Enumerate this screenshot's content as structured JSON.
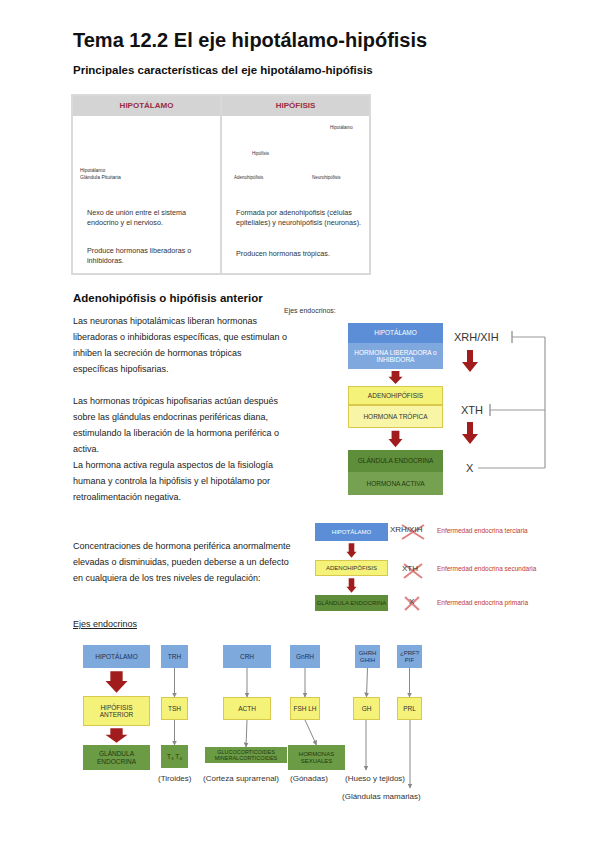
{
  "diagram": {
    "title": "Tema 12.2 El eje hipotálamo-hipófisis",
    "nodes": [
      {
        "text": [
          "Nexo de unión entre el sistema endocrino y el nervioso.",
          "Produce hormonas liberadoras o inhibidoras."
        ]
      },
      {
        "text": [
          "HIPOTÁLAMO"
        ],
        "in": 0
      },
      {
        "text": [
          "Formada por adenohipófisis (células epiteliales) y neurohipófisis (neuronas).",
          "Producen hormonas trópicas."
        ]
      },
      {
        "text": [
          "HIPÓFISIS"
        ],
        "in": 2
      },
      {
        "text": [
          "HIPOTÁLAMO"
        ]
      },
      {
        "text": [
          "HORMONA LIBERADORA o INHIBIDORA"
        ]
      },
      {
        "text": [
          "ADENOHIPÓFISIS"
        ]
      },
      {
        "text": [
          "HORMONA TRÓPICA"
        ]
      },
      {
        "text": [
          "GLÁNDULA ENDOCRINA"
        ]
      },
      {
        "text": [
          "HORMONA ACTIVA"
        ]
      },
      {
        "text": [
          "HIPOTÁLAMO"
        ]
      },
      {
        "text": [
          "ADENOHIPÓFISIS"
        ]
      },
      {
        "text": [
          "GLÁNDULA ENDOCRINA"
        ]
      },
      {
        "text": [
          "HIPOTÁLAMO"
        ]
      },
      {
        "text": [
          "TRH"
        ]
      },
      {
        "text": [
          "CRH"
        ]
      },
      {
        "text": [
          "GnRH"
        ]
      },
      {
        "text": [
          "GHRH GHIH"
        ]
      },
      {
        "text": [
          "¿PRF? PIF"
        ]
      },
      {
        "text": [
          "HIPÓFISIS ANTERIOR"
        ]
      },
      {
        "text": [
          "TSH"
        ]
      },
      {
        "text": [
          "ACTH"
        ]
      },
      {
        "text": [
          "FSH LH"
        ]
      },
      {
        "text": [
          "GH"
        ]
      },
      {
        "text": [
          "PRL"
        ]
      },
      {
        "text": [
          "GLÁNDULA ENDOCRINA"
        ]
      },
      {
        "text": [
          "T₃ T₄"
        ]
      },
      {
        "text": [
          "GLUCOCORTICOIDES MINERALCORTICOIDES"
        ]
      },
      {
        "text": [
          "HORMONAS SEXUALES"
        ]
      }
    ],
    "edges": [
      {
        "from": 5,
        "to": 6,
        "arrow": "to"
      },
      {
        "from": 7,
        "to": 8,
        "arrow": "to"
      },
      {
        "from": 10,
        "to": 11,
        "arrow": "to"
      },
      {
        "from": 11,
        "to": 12,
        "arrow": "to"
      },
      {
        "from": 13,
        "to": 19,
        "arrow": "to"
      },
      {
        "from": 19,
        "to": 25,
        "arrow": "to"
      },
      {
        "from": 14,
        "to": 20,
        "arrow": "to"
      },
      {
        "from": 20,
        "to": 26,
        "arrow": "to"
      },
      {
        "from": 15,
        "to": 21,
        "arrow": "to"
      },
      {
        "from": 21,
        "to": 27,
        "arrow": "to"
      },
      {
        "from": 16,
        "to": 22,
        "arrow": "to"
      },
      {
        "from": 22,
        "to": 28,
        "arrow": "to"
      },
      {
        "from": 17,
        "to": 23,
        "arrow": "to"
      },
      {
        "from": 18,
        "to": 24,
        "arrow": "to"
      }
    ],
    "labels": [
      "Principales características del eje hipotálamo-hipófisis",
      "Hipotálamo",
      "Glándula Pituitaria",
      "Hipotálamo",
      "Hipófisis",
      "Adenohipófisis",
      "Neurohipófisis",
      "Adenohipófisis o hipófisis anterior",
      "Las neuronas hipotalámicas liberan hormonas liberadoras o inhibidoras específicas, que estimulan o inhiben la secreción de hormonas trópicas específicas hipofisarias.",
      "Las hormonas trópicas hipofisarias actúan después sobre las glándulas endocrinas periféricas diana, estimulando la liberación de la hormona periférica o activa.",
      "La hormona activa regula aspectos de la fisiología humana y controla la hipófisis y el hipotálamo por retroalimentación negativa.",
      "Ejes endocrinos:",
      "XRH/XIH",
      "XTH",
      "X",
      "Concentraciones de hormona periférica anormalmente elevadas o disminuidas, pueden deberse a un defecto en cualquiera de los tres niveles de regulación:",
      "XRH/XIH",
      "Enfermedad endocrina terciaria",
      "XTH",
      "Enfermedad endocrina secundaria",
      "X",
      "Enfermedad endocrina primaria",
      "Ejes endocrinos",
      "(Tiroides)",
      "(Corteza suprarrenal)",
      "(Gónadas)",
      "(Hueso y tejidos)",
      "(Glándulas mamarias)"
    ]
  }
}
